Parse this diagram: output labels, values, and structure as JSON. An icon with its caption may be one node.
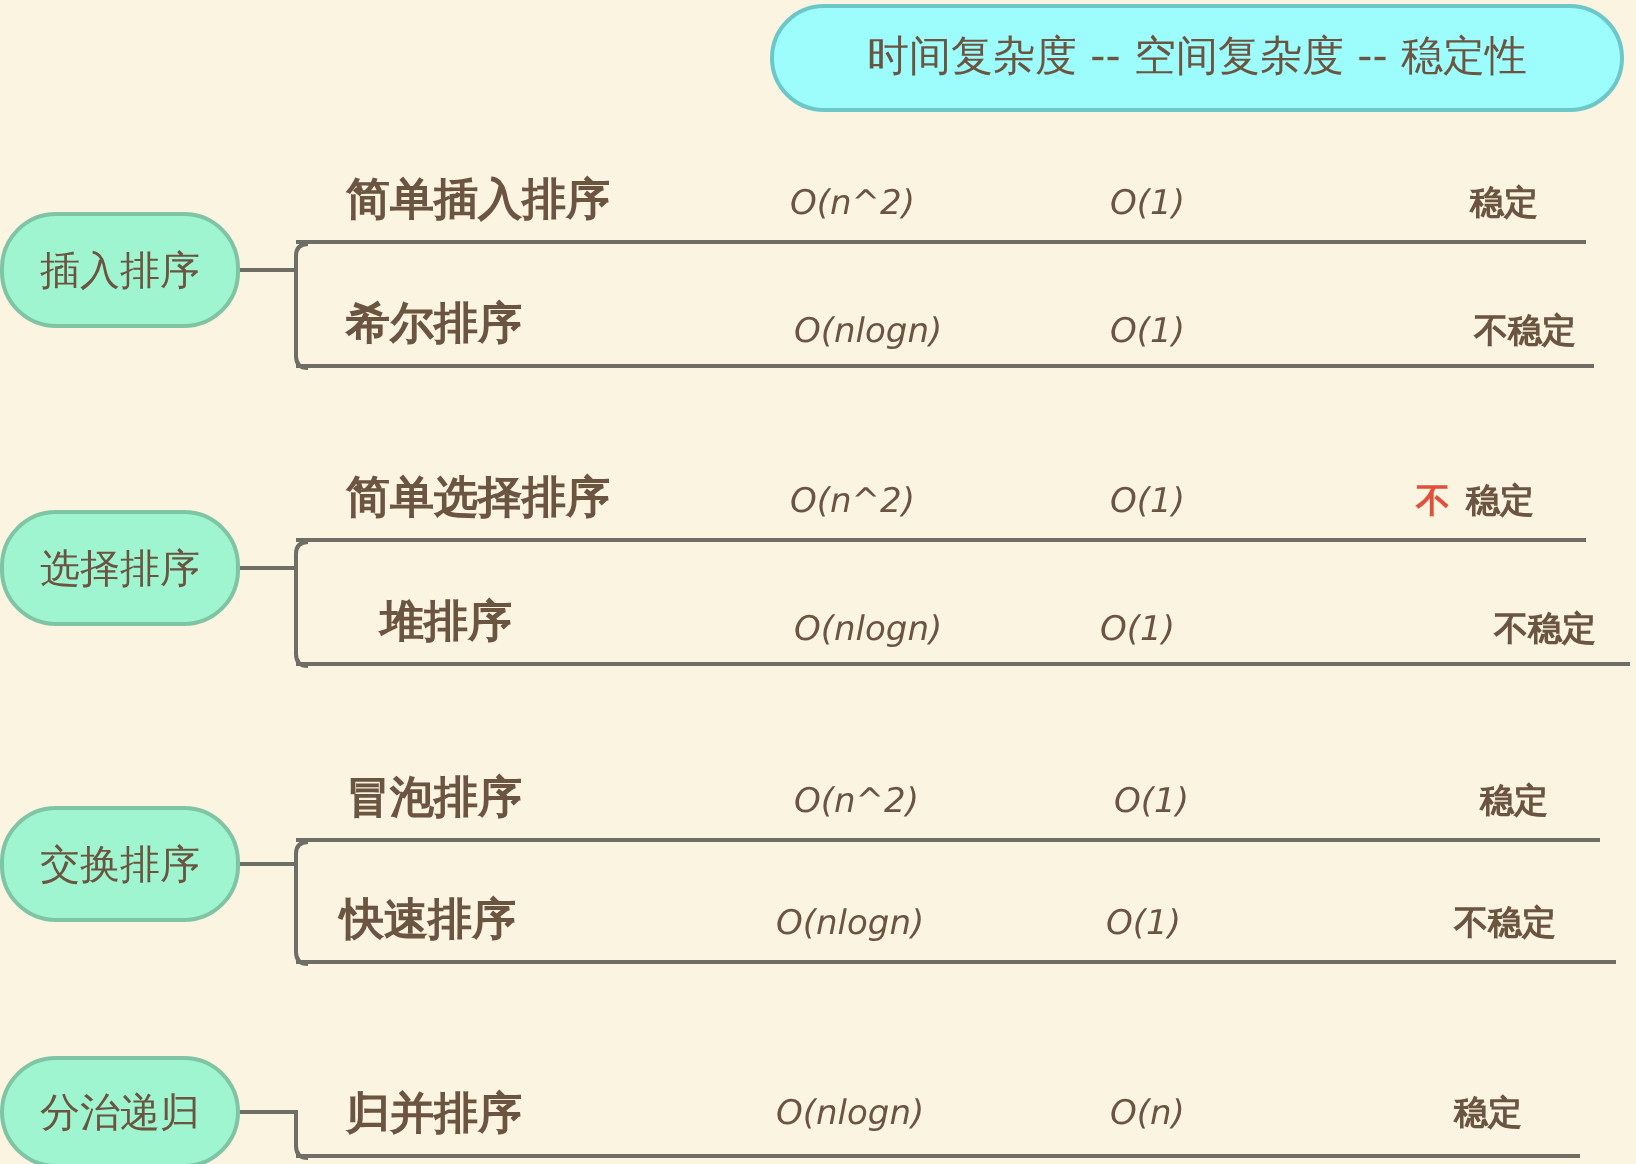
{
  "diagram": {
    "nodes": [
      {
        "text": [
          "时间复杂度 -- 空间复杂度 -- 稳定性"
        ]
      },
      {
        "text": [
          "插入排序"
        ]
      },
      {
        "text": [
          "简单插入排序",
          "O(n^2)",
          "O(1)",
          "稳定"
        ]
      },
      {
        "text": [
          "希尔排序",
          "O(nlogn)",
          "O(1)",
          "不稳定"
        ]
      },
      {
        "text": [
          "选择排序"
        ]
      },
      {
        "text": [
          "简单选择排序",
          "O(n^2)",
          "O(1)",
          "不",
          "稳定"
        ]
      },
      {
        "text": [
          "堆排序",
          "O(nlogn)",
          "O(1)",
          "不稳定"
        ]
      },
      {
        "text": [
          "交换排序"
        ]
      },
      {
        "text": [
          "冒泡排序",
          "O(n^2)",
          "O(1)",
          "稳定"
        ]
      },
      {
        "text": [
          "快速排序",
          "O(nlogn)",
          "O(1)",
          "不稳定"
        ]
      },
      {
        "text": [
          "分治递归"
        ]
      },
      {
        "text": [
          "归并排序",
          "O(nlogn)",
          "O(n)",
          "稳定"
        ]
      }
    ],
    "edges": [
      {
        "from": 1,
        "to": 2,
        "arrow": "none"
      },
      {
        "from": 1,
        "to": 3,
        "arrow": "none"
      },
      {
        "from": 4,
        "to": 5,
        "arrow": "none"
      },
      {
        "from": 4,
        "to": 6,
        "arrow": "none"
      },
      {
        "from": 7,
        "to": 8,
        "arrow": "none"
      },
      {
        "from": 7,
        "to": 9,
        "arrow": "none"
      },
      {
        "from": 10,
        "to": 11,
        "arrow": "none"
      }
    ]
  }
}
